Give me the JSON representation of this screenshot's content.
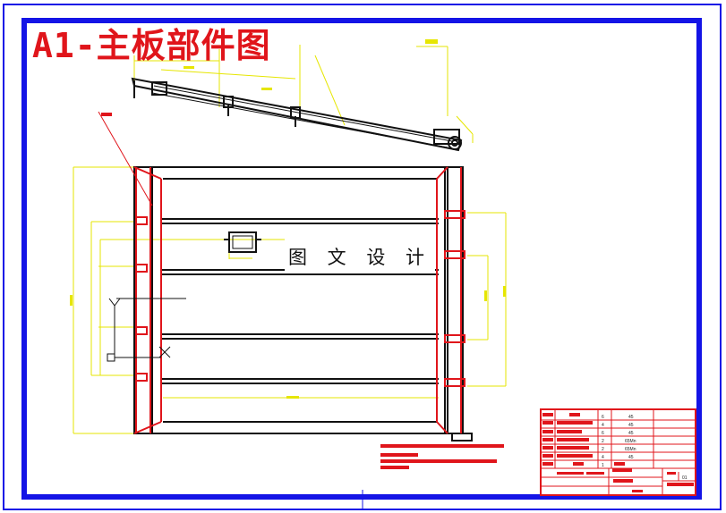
{
  "drawing": {
    "title": "A1-主板部件图",
    "watermark": "图 文 设 计",
    "colors": {
      "frame": "#1414e6",
      "outline": "#e0151b",
      "part": "#111111",
      "dimension": "#e6e600",
      "title_block": "#e0151b"
    }
  },
  "title_block": {
    "materials": [
      "45",
      "45",
      "45",
      "65Mn",
      "65Mn",
      "45"
    ],
    "quantities": [
      "6",
      "4",
      "6",
      "2",
      "2",
      "4",
      "1"
    ],
    "scale_cell": "01"
  }
}
